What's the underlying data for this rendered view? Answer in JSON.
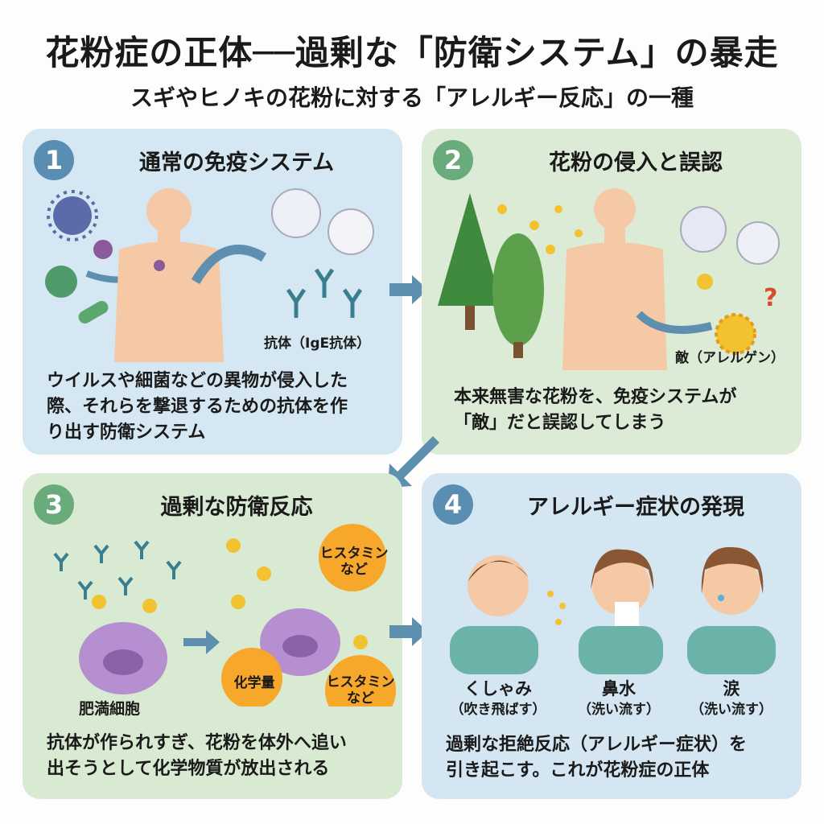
{
  "title": "花粉症の正体──過剰な「防衛システム」の暴走",
  "subtitle": "スギやヒノキの花粉に対する「アレルギー反応」の一種",
  "panels": [
    {
      "number": "1",
      "title": "通常の免疫システム",
      "labels": [
        "抗体（IgE抗体）"
      ],
      "description": [
        "ウイルスや細菌などの異物が侵入した",
        "際、それらを撃退するための抗体を作",
        "り出す防衛システム"
      ]
    },
    {
      "number": "2",
      "title": "花粉の侵入と誤認",
      "labels": [
        "敵（アレルゲン）"
      ],
      "description": [
        "本来無害な花粉を、免疫システムが",
        "「敵」だと誤認してしまう"
      ]
    },
    {
      "number": "3",
      "title": "過剰な防衛反応",
      "labels": [
        "肥満細胞",
        "ヒスタミン",
        "など",
        "化学量",
        "ヒスタミン",
        "など"
      ],
      "description": [
        "抗体が作られすぎ、花粉を体外へ追い",
        "出そうとして化学物質が放出される"
      ]
    },
    {
      "number": "4",
      "title": "アレルギー症状の発現",
      "symptoms": [
        {
          "name": "くしゃみ",
          "note": "（吹き飛ばす）"
        },
        {
          "name": "鼻水",
          "note": "（洗い流す）"
        },
        {
          "name": "涙",
          "note": "（洗い流す）"
        }
      ],
      "description": [
        "過剰な拒絶反応（アレルギー症状）を",
        "引き起こす。これが花粉症の正体"
      ]
    }
  ],
  "colors": {
    "blue_badge": "#5a8db2",
    "green_badge": "#6aab7c",
    "arrow": "#5f8fae",
    "pollen": "#f2c230"
  }
}
